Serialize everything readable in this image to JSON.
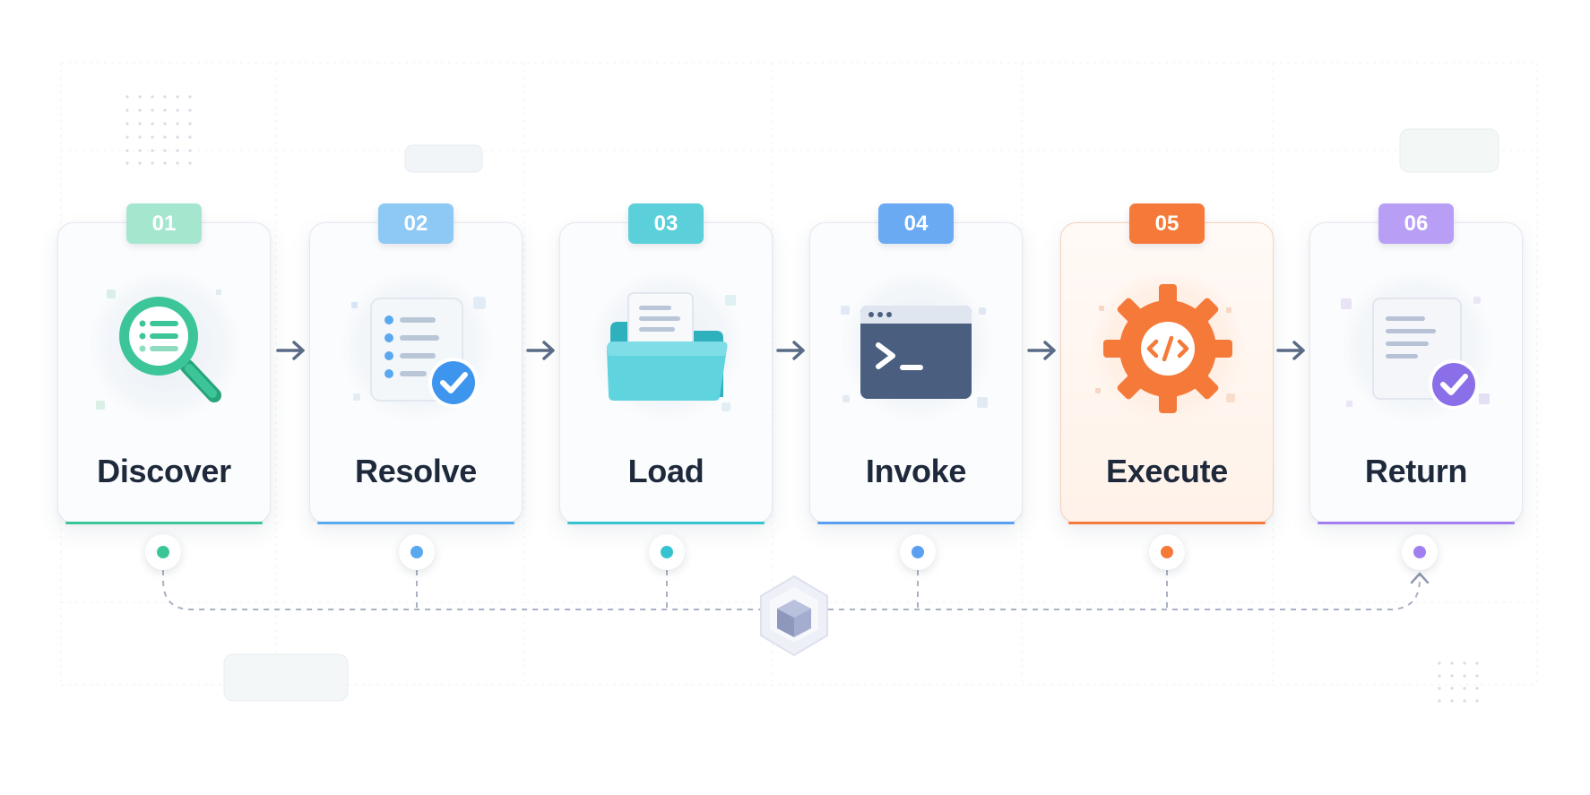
{
  "colors": {
    "discover": "#3dc59a",
    "resolve": "#5aa9ef",
    "load": "#36c3d0",
    "invoke": "#5b9ff0",
    "execute": "#f57a3a",
    "return": "#a17ff0",
    "arrow": "#5a6b86",
    "connector": "#a9b1c4"
  },
  "steps": [
    {
      "number": "01",
      "label": "Discover",
      "icon": "magnifier-list-icon",
      "badge_color": "#a5e6cf",
      "accent": "#3dc59a"
    },
    {
      "number": "02",
      "label": "Resolve",
      "icon": "checklist-check-icon",
      "badge_color": "#8ec8f5",
      "accent": "#5aa9ef"
    },
    {
      "number": "03",
      "label": "Load",
      "icon": "folder-document-icon",
      "badge_color": "#5bd0da",
      "accent": "#36c3d0"
    },
    {
      "number": "04",
      "label": "Invoke",
      "icon": "terminal-icon",
      "badge_color": "#6aaaf3",
      "accent": "#5b9ff0"
    },
    {
      "number": "05",
      "label": "Execute",
      "icon": "gear-code-icon",
      "badge_color": "#f57a3a",
      "accent": "#f57a3a"
    },
    {
      "number": "06",
      "label": "Return",
      "icon": "document-check-icon",
      "badge_color": "#b89ff5",
      "accent": "#a17ff0"
    }
  ],
  "hub_icon": "cube-icon"
}
